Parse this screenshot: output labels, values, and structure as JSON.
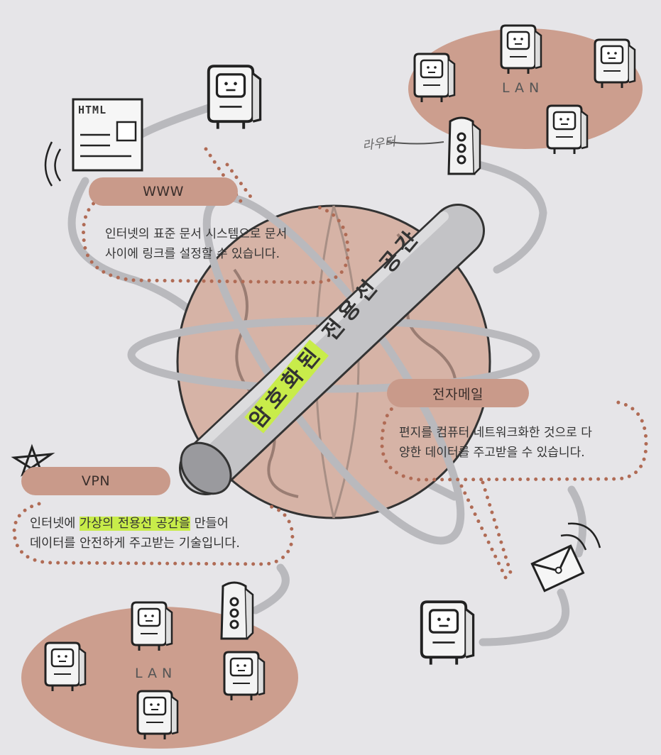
{
  "www": {
    "title": "WWW",
    "line1": "인터넷의 표준 문서 시스템으로 문서",
    "line2": "사이에 링크를 설정할 수 있습니다.",
    "document_label": "HTML"
  },
  "email": {
    "title": "전자메일",
    "line1": "편지를 컴퓨터 네트워크화한 것으로 다",
    "line2": "양한 데이터를 주고받을 수 있습니다."
  },
  "vpn": {
    "title": "VPN",
    "line1_a": "인터넷에 ",
    "line1_highlight": "가상의 전용선 공간을",
    "line1_b": " 만들어",
    "line2": "데이터를 안전하게 주고받는 기술입니다."
  },
  "tunnel": {
    "highlight": "암호화된",
    "rest": " 전용선 공간"
  },
  "lan_top": {
    "label": "LAN"
  },
  "lan_bottom": {
    "label": "LAN"
  },
  "router_label": "라우터",
  "colors": {
    "background": "#e6e5e8",
    "salmon": "#c99a8a",
    "globe": "#d6b3a6",
    "highlight": "#c8ec4a",
    "dots": "#b06b55",
    "cable": "#b9b9bd"
  },
  "icons": [
    "computer-icon",
    "router-icon",
    "html-document-icon",
    "envelope-icon",
    "star-icon",
    "globe-icon"
  ]
}
